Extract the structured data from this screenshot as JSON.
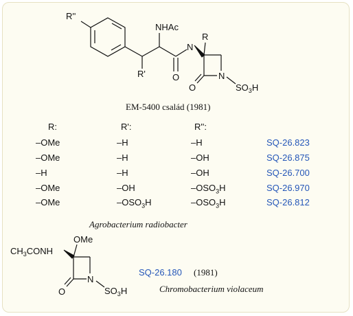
{
  "struct1": {
    "r2_label": "R''",
    "nhac_label": "NHAc",
    "r_label": "R",
    "n_label": "N",
    "r1_label": "R'",
    "o_label": "O",
    "o2_label": "O",
    "n2_label": "N",
    "so3h_prefix": "SO",
    "so3h_sub": "3",
    "so3h_suffix": "H"
  },
  "family_caption": "EM-5400 család  (1981)",
  "table": {
    "headers": [
      "R:",
      "R':",
      "R'':"
    ],
    "rows": [
      {
        "r": "–OMe",
        "r1": "–H",
        "r2": "–H",
        "code": "SQ-26.823"
      },
      {
        "r": "–OMe",
        "r1": "–H",
        "r2": "–OH",
        "code": "SQ-26.875"
      },
      {
        "r": "–H",
        "r1": "–H",
        "r2": "–OH",
        "code": "SQ-26.700"
      },
      {
        "r": "–OMe",
        "r1": "–OH",
        "r2": "–OSO3H",
        "code": "SQ-26.970"
      },
      {
        "r": "–OMe",
        "r1": "–OSO3H",
        "r2": "–OSO3H",
        "code": "SQ-26.812"
      }
    ]
  },
  "organism1": "Agrobacterium radiobacter",
  "struct2": {
    "ch3conh_a": "CH",
    "ch3conh_sub": "3",
    "ch3conh_b": "CONH",
    "ome_label": "OMe",
    "o_label": "O",
    "n_label": "N",
    "so3h_prefix": "SO",
    "so3h_sub": "3",
    "so3h_suffix": "H"
  },
  "compound2_code": "SQ-26.180",
  "compound2_year": "(1981)",
  "organism2": "Chromobacterium violaceum",
  "colors": {
    "code_blue": "#2456b8",
    "panel_bg": "#fdfcf2",
    "panel_border": "#e6e1c2"
  }
}
